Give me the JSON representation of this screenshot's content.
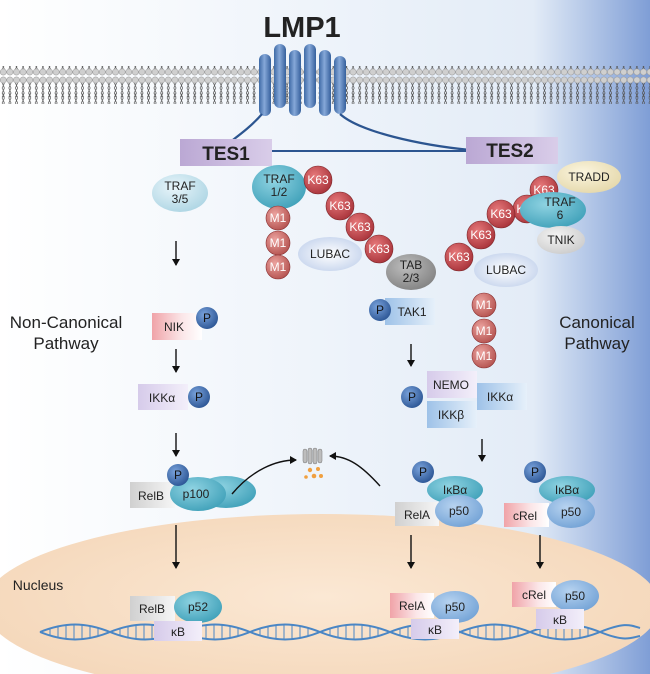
{
  "title": "LMP1",
  "domains": {
    "tes1": "TES1",
    "tes2": "TES2"
  },
  "traf35": [
    "TRAF",
    "3/5"
  ],
  "traf12": [
    "TRAF",
    "1/2"
  ],
  "traf6": [
    "TRAF",
    "6"
  ],
  "tradd": "TRADD",
  "tnik": "TNIK",
  "k63": "K63",
  "m1": "M1",
  "lubac": "LUBAC",
  "tab23": [
    "TAB",
    "2/3"
  ],
  "tak1": "TAK1",
  "phospho": "P",
  "noncanonical": [
    "Non-Canonical",
    "Pathway"
  ],
  "canonical": [
    "Canonical",
    "Pathway"
  ],
  "nik": "NIK",
  "ikka": "IKKα",
  "ikkb": "IKKβ",
  "nemo": "NEMO",
  "relb": "RelB",
  "p100": "p100",
  "ikba": "IκBα",
  "rela": "RelA",
  "p50": "p50",
  "crel": "cRel",
  "p52": "p52",
  "nucleus": "Nucleus",
  "kb": "κB",
  "colors": {
    "membrane_head": "#c9c9c9",
    "lmp1": "#5b7fb5",
    "tes_box": "#c4b3d8",
    "k63_red": "#c0484a",
    "m1_red": "#c96a67",
    "traf_teal": "#5bb8cc",
    "p_blue": "#3f6fb0",
    "nucleus": "#f7ddc3",
    "dna": "#4a86c5"
  }
}
